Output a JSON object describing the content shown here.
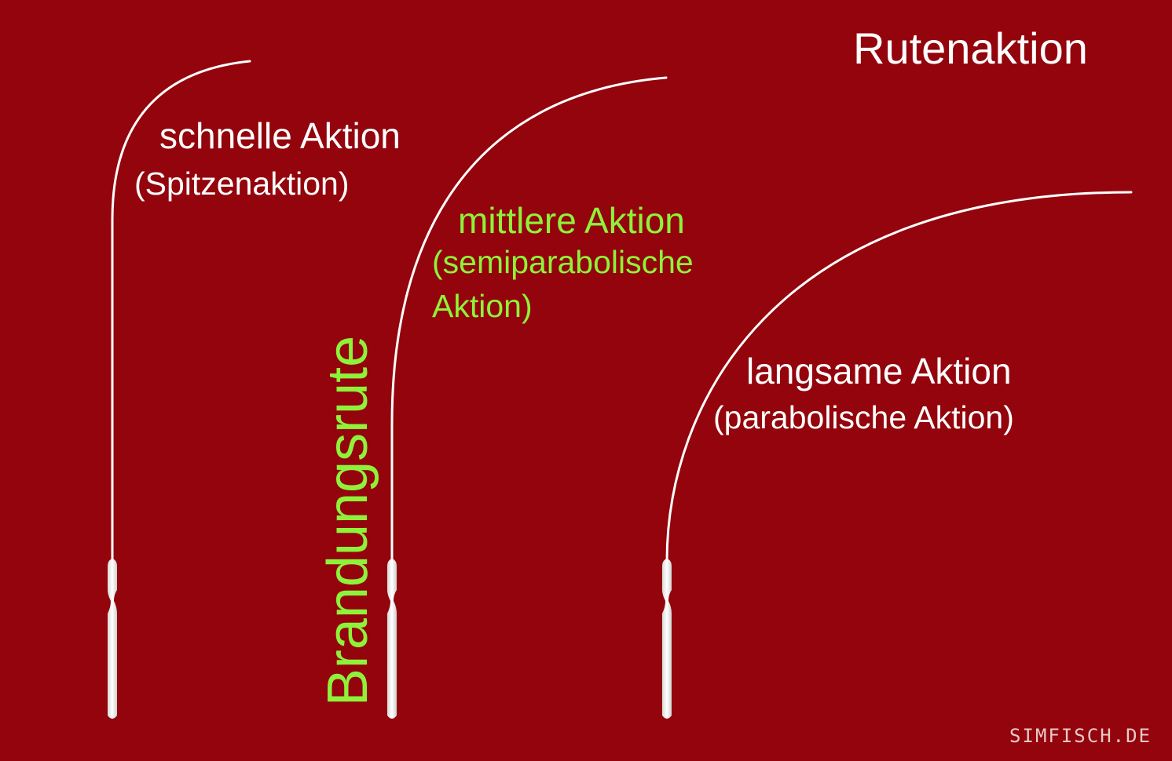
{
  "title": "Rutenaktion",
  "rods": [
    {
      "name": "fast",
      "label": "schnelle Aktion",
      "sublabel": "(Spitzenaktion)",
      "label_color": "#ffffff"
    },
    {
      "name": "medium",
      "label": "mittlere Aktion",
      "sublabel_line1": "(semiparabolische",
      "sublabel_line2": "Aktion)",
      "label_color": "#8ef23a"
    },
    {
      "name": "slow",
      "label": "langsame Aktion",
      "sublabel": "(parabolische Aktion)",
      "label_color": "#ffffff"
    }
  ],
  "vertical_label": "Brandungsrute",
  "watermark": "SIMFISCH.DE",
  "colors": {
    "background": "#93040c",
    "rod": "#ffffff",
    "accent_green": "#8ef23a"
  }
}
